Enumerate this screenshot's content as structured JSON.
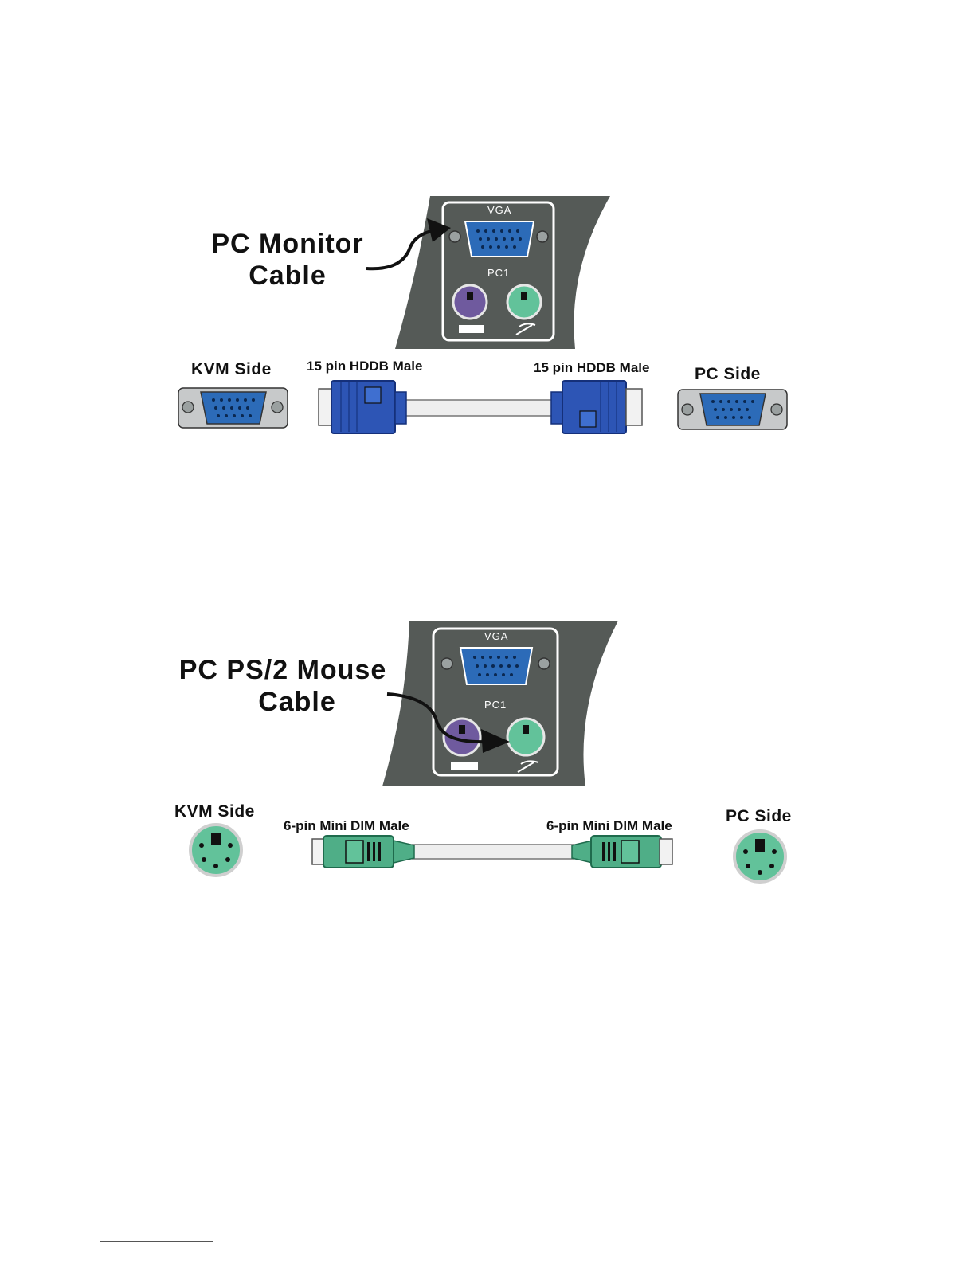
{
  "monitor_diagram": {
    "callout_line1": "PC Monitor",
    "callout_line2": "Cable",
    "panel_port_label": "VGA",
    "panel_pc_label": "PC1",
    "kvm_side_label": "KVM Side",
    "pc_side_label": "PC Side",
    "left_connector_label": "15 pin HDDB Male",
    "right_connector_label": "15 pin HDDB Male"
  },
  "mouse_diagram": {
    "callout_line1": "PC PS/2 Mouse",
    "callout_line2": "Cable",
    "panel_port_label": "VGA",
    "panel_pc_label": "PC1",
    "kvm_side_label": "KVM Side",
    "pc_side_label": "PC Side",
    "left_connector_label": "6-pin Mini DIM Male",
    "right_connector_label": "6-pin Mini DIM Male"
  },
  "colors": {
    "panel": "#555a57",
    "vga_blue": "#2c6bb8",
    "plug_blue": "#2d55b5",
    "ps2_purple": "#6f5a9e",
    "ps2_green": "#62c29a",
    "plug_green": "#4fae87"
  }
}
